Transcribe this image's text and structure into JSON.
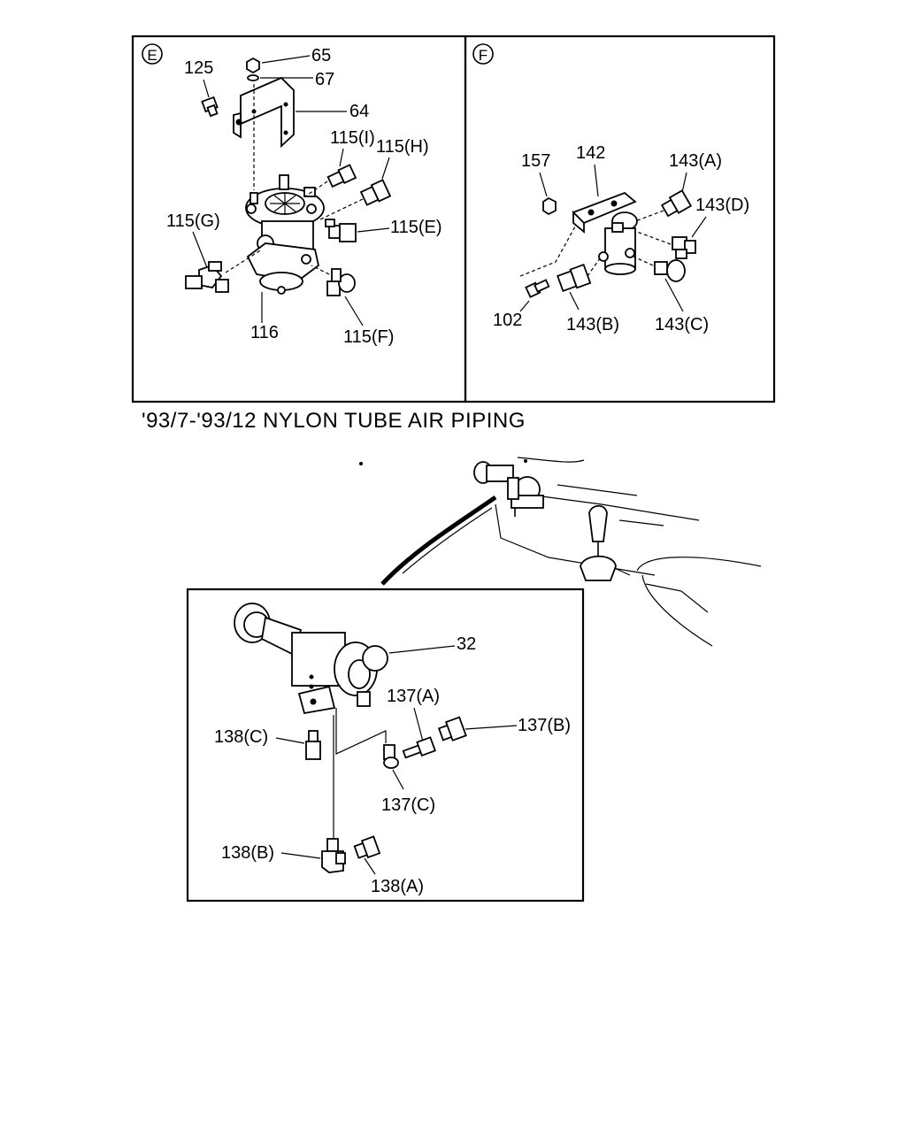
{
  "caption": "'93/7-'93/12   NYLON TUBE AIR PIPING",
  "panel_e": {
    "marker": "E",
    "labels": {
      "p65": "65",
      "p67": "67",
      "p125": "125",
      "p64": "64",
      "p115i": "115(I)",
      "p115h": "115(H)",
      "p115g": "115(G)",
      "p115e": "115(E)",
      "p116": "116",
      "p115f": "115(F)"
    }
  },
  "panel_f": {
    "marker": "F",
    "labels": {
      "p157": "157",
      "p142": "142",
      "p143a": "143(A)",
      "p143d": "143(D)",
      "p102": "102",
      "p143b": "143(B)",
      "p143c": "143(C)"
    }
  },
  "detail": {
    "labels": {
      "p32": "32",
      "p137a": "137(A)",
      "p137b": "137(B)",
      "p138c": "138(C)",
      "p137c": "137(C)",
      "p138b": "138(B)",
      "p138a": "138(A)"
    }
  }
}
